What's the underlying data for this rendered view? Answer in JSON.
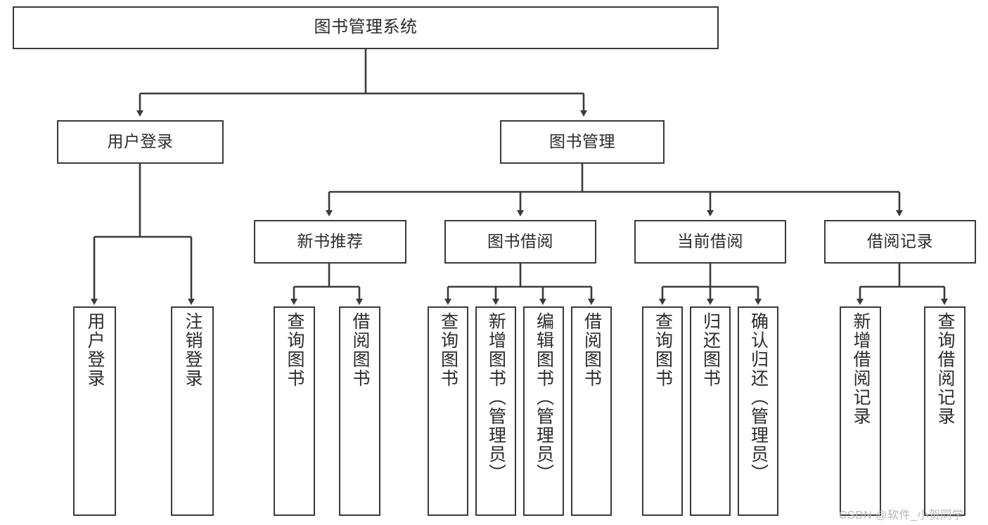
{
  "diagram": {
    "type": "tree",
    "title": "图书管理系统",
    "watermark": "CSDN @软件_小贺同学",
    "colors": {
      "box_border": "#3a3a3a",
      "box_fill": "#ffffff",
      "connector": "#3a3a3a",
      "text": "#2b2b2b",
      "watermark": "#b9b9b9"
    },
    "nodes": {
      "root": {
        "label": "图书管理系统"
      },
      "level2": [
        {
          "label": "用户登录"
        },
        {
          "label": "图书管理"
        }
      ],
      "level3": [
        {
          "label": "新书推荐"
        },
        {
          "label": "图书借阅"
        },
        {
          "label": "当前借阅"
        },
        {
          "label": "借阅记录"
        }
      ],
      "leaves": {
        "user_login": [
          {
            "label": "用户登录"
          },
          {
            "label": "注销登录"
          }
        ],
        "new_book": [
          {
            "label": "查询图书"
          },
          {
            "label": "借阅图书"
          }
        ],
        "book_borrow": [
          {
            "label": "查询图书"
          },
          {
            "label": "新增图书（管理员）"
          },
          {
            "label": "编辑图书（管理员）"
          },
          {
            "label": "借阅图书"
          }
        ],
        "current_borrow": [
          {
            "label": "查询图书"
          },
          {
            "label": "归还图书"
          },
          {
            "label": "确认归还（管理员）"
          }
        ],
        "borrow_record": [
          {
            "label": "新增借阅记录"
          },
          {
            "label": "查询借阅记录"
          }
        ]
      }
    }
  }
}
